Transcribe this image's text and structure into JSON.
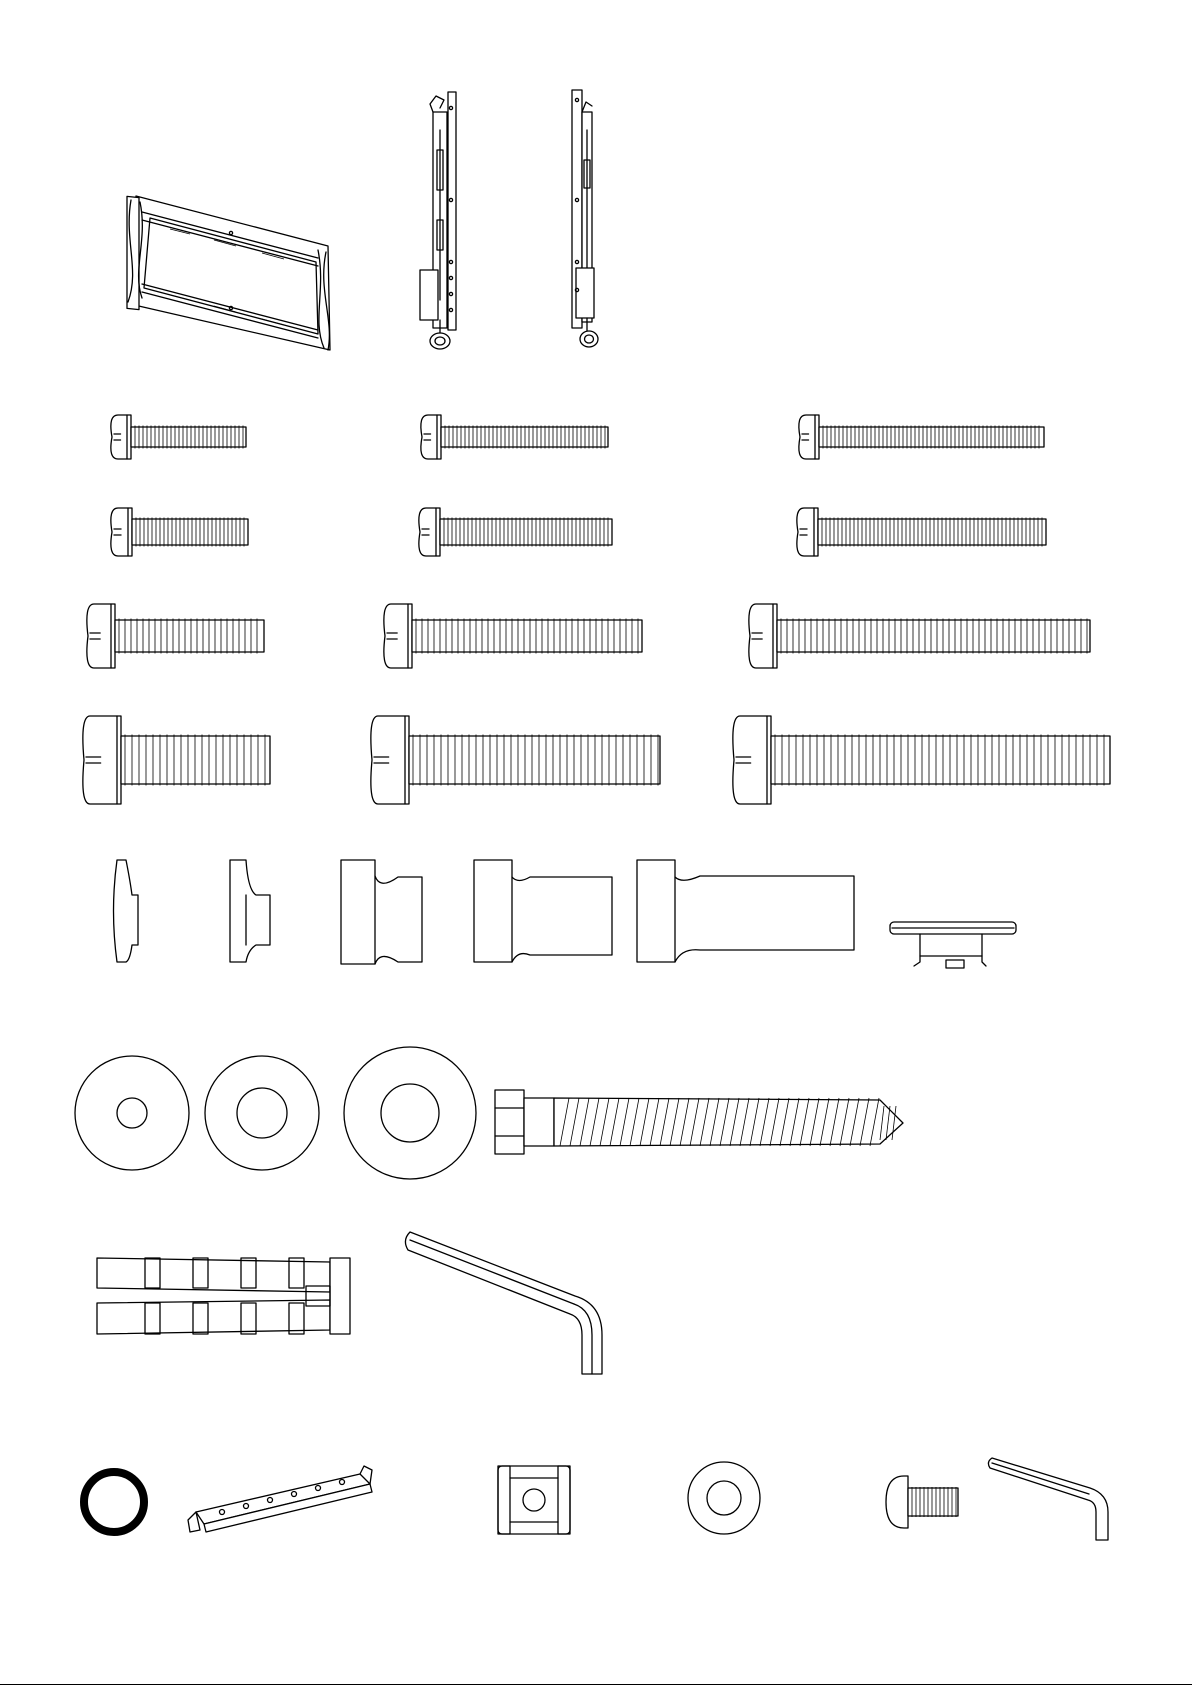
{
  "sheet": {
    "kind": "hardware parts diagram",
    "rows": [
      [
        "wall-plate",
        "left-bracket-arm",
        "right-bracket-arm"
      ],
      [
        "m4-screw-short",
        "m4-screw-medium",
        "m4-screw-long"
      ],
      [
        "m5-screw-short",
        "m5-screw-medium",
        "m5-screw-long"
      ],
      [
        "m6-screw-short",
        "m6-screw-medium",
        "m6-screw-long"
      ],
      [
        "m8-screw-short",
        "m8-screw-medium",
        "m8-screw-long"
      ],
      [
        "spacer-xs",
        "spacer-s",
        "spacer-m",
        "spacer-l",
        "spacer-xl",
        "safety-clip"
      ],
      [
        "washer-small",
        "washer-medium",
        "washer-large",
        "lag-bolt"
      ],
      [
        "wall-anchor",
        "large-allen-key"
      ],
      [
        "o-ring",
        "level-bracket",
        "square-nut",
        "small-washer",
        "button-head-screw",
        "small-allen-key"
      ]
    ]
  }
}
